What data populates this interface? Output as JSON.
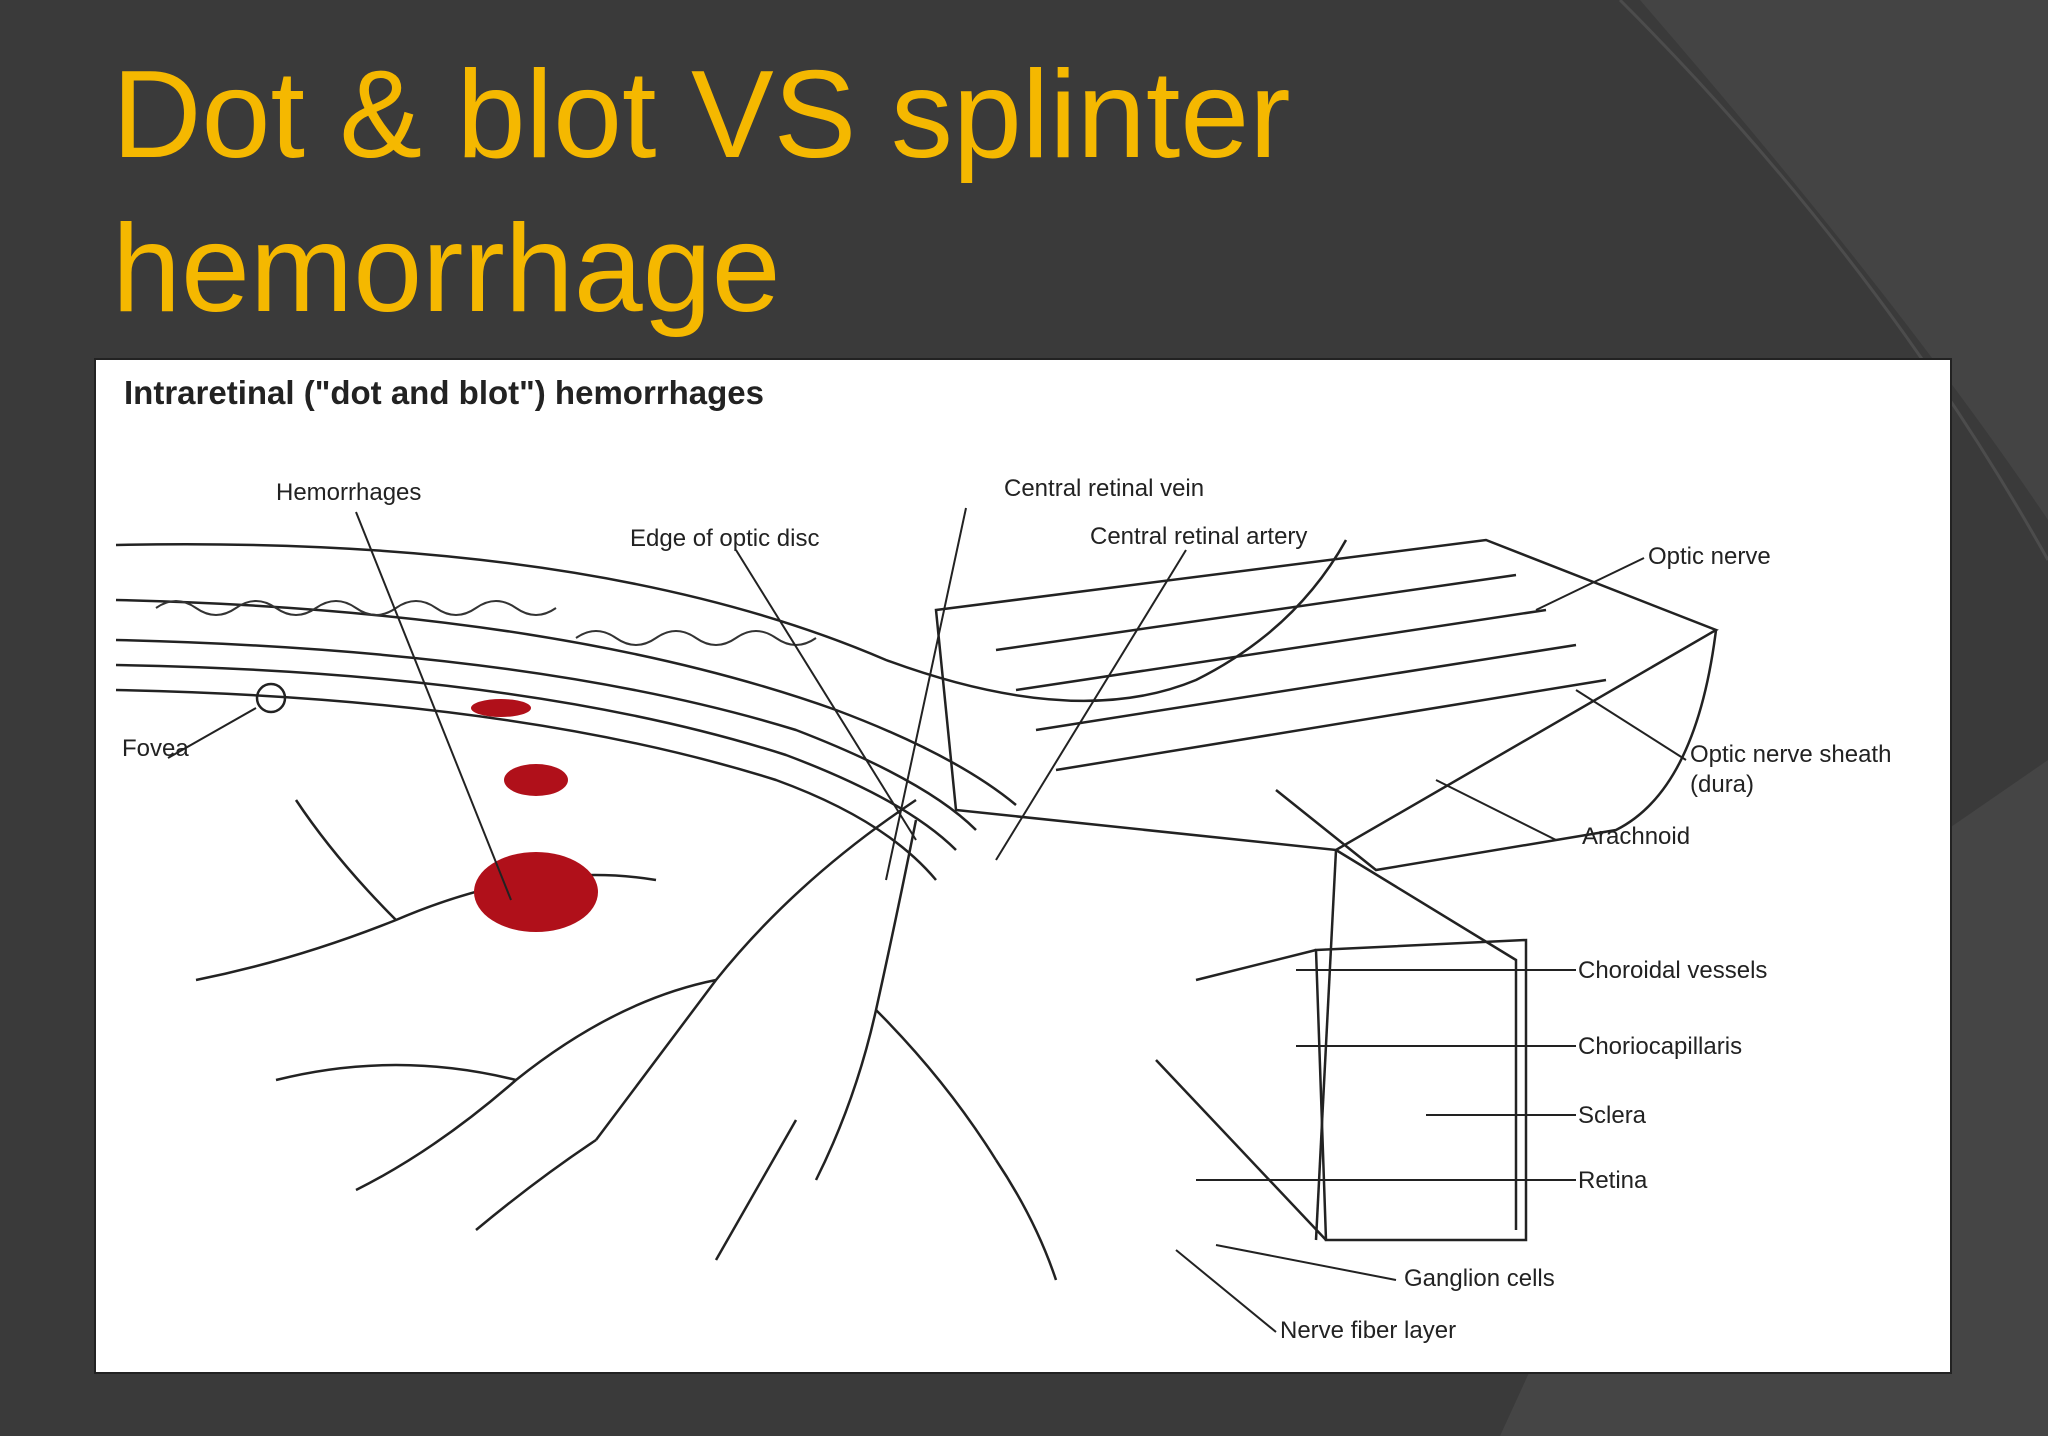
{
  "slide": {
    "title_line1": "Dot & blot VS splinter",
    "title_line2": "hemorrhage"
  },
  "figure": {
    "heading": "Intraretinal (\"dot and blot\") hemorrhages",
    "labels": {
      "hemorrhages": "Hemorrhages",
      "edge_of_optic_disc": "Edge of optic disc",
      "central_retinal_vein": "Central retinal vein",
      "central_retinal_artery": "Central retinal artery",
      "optic_nerve": "Optic nerve",
      "fovea": "Fovea",
      "optic_nerve_sheath": "Optic nerve sheath",
      "dura": "(dura)",
      "arachnoid": "Arachnoid",
      "choroidal_vessels": "Choroidal vessels",
      "choriocapillaris": "Choriocapillaris",
      "sclera": "Sclera",
      "retina": "Retina",
      "ganglion_cells": "Ganglion cells",
      "nerve_fiber_layer": "Nerve fiber layer"
    }
  },
  "colors": {
    "background": "#3a3a3a",
    "title": "#f5b800",
    "hemorrhage": "#b0101a"
  }
}
